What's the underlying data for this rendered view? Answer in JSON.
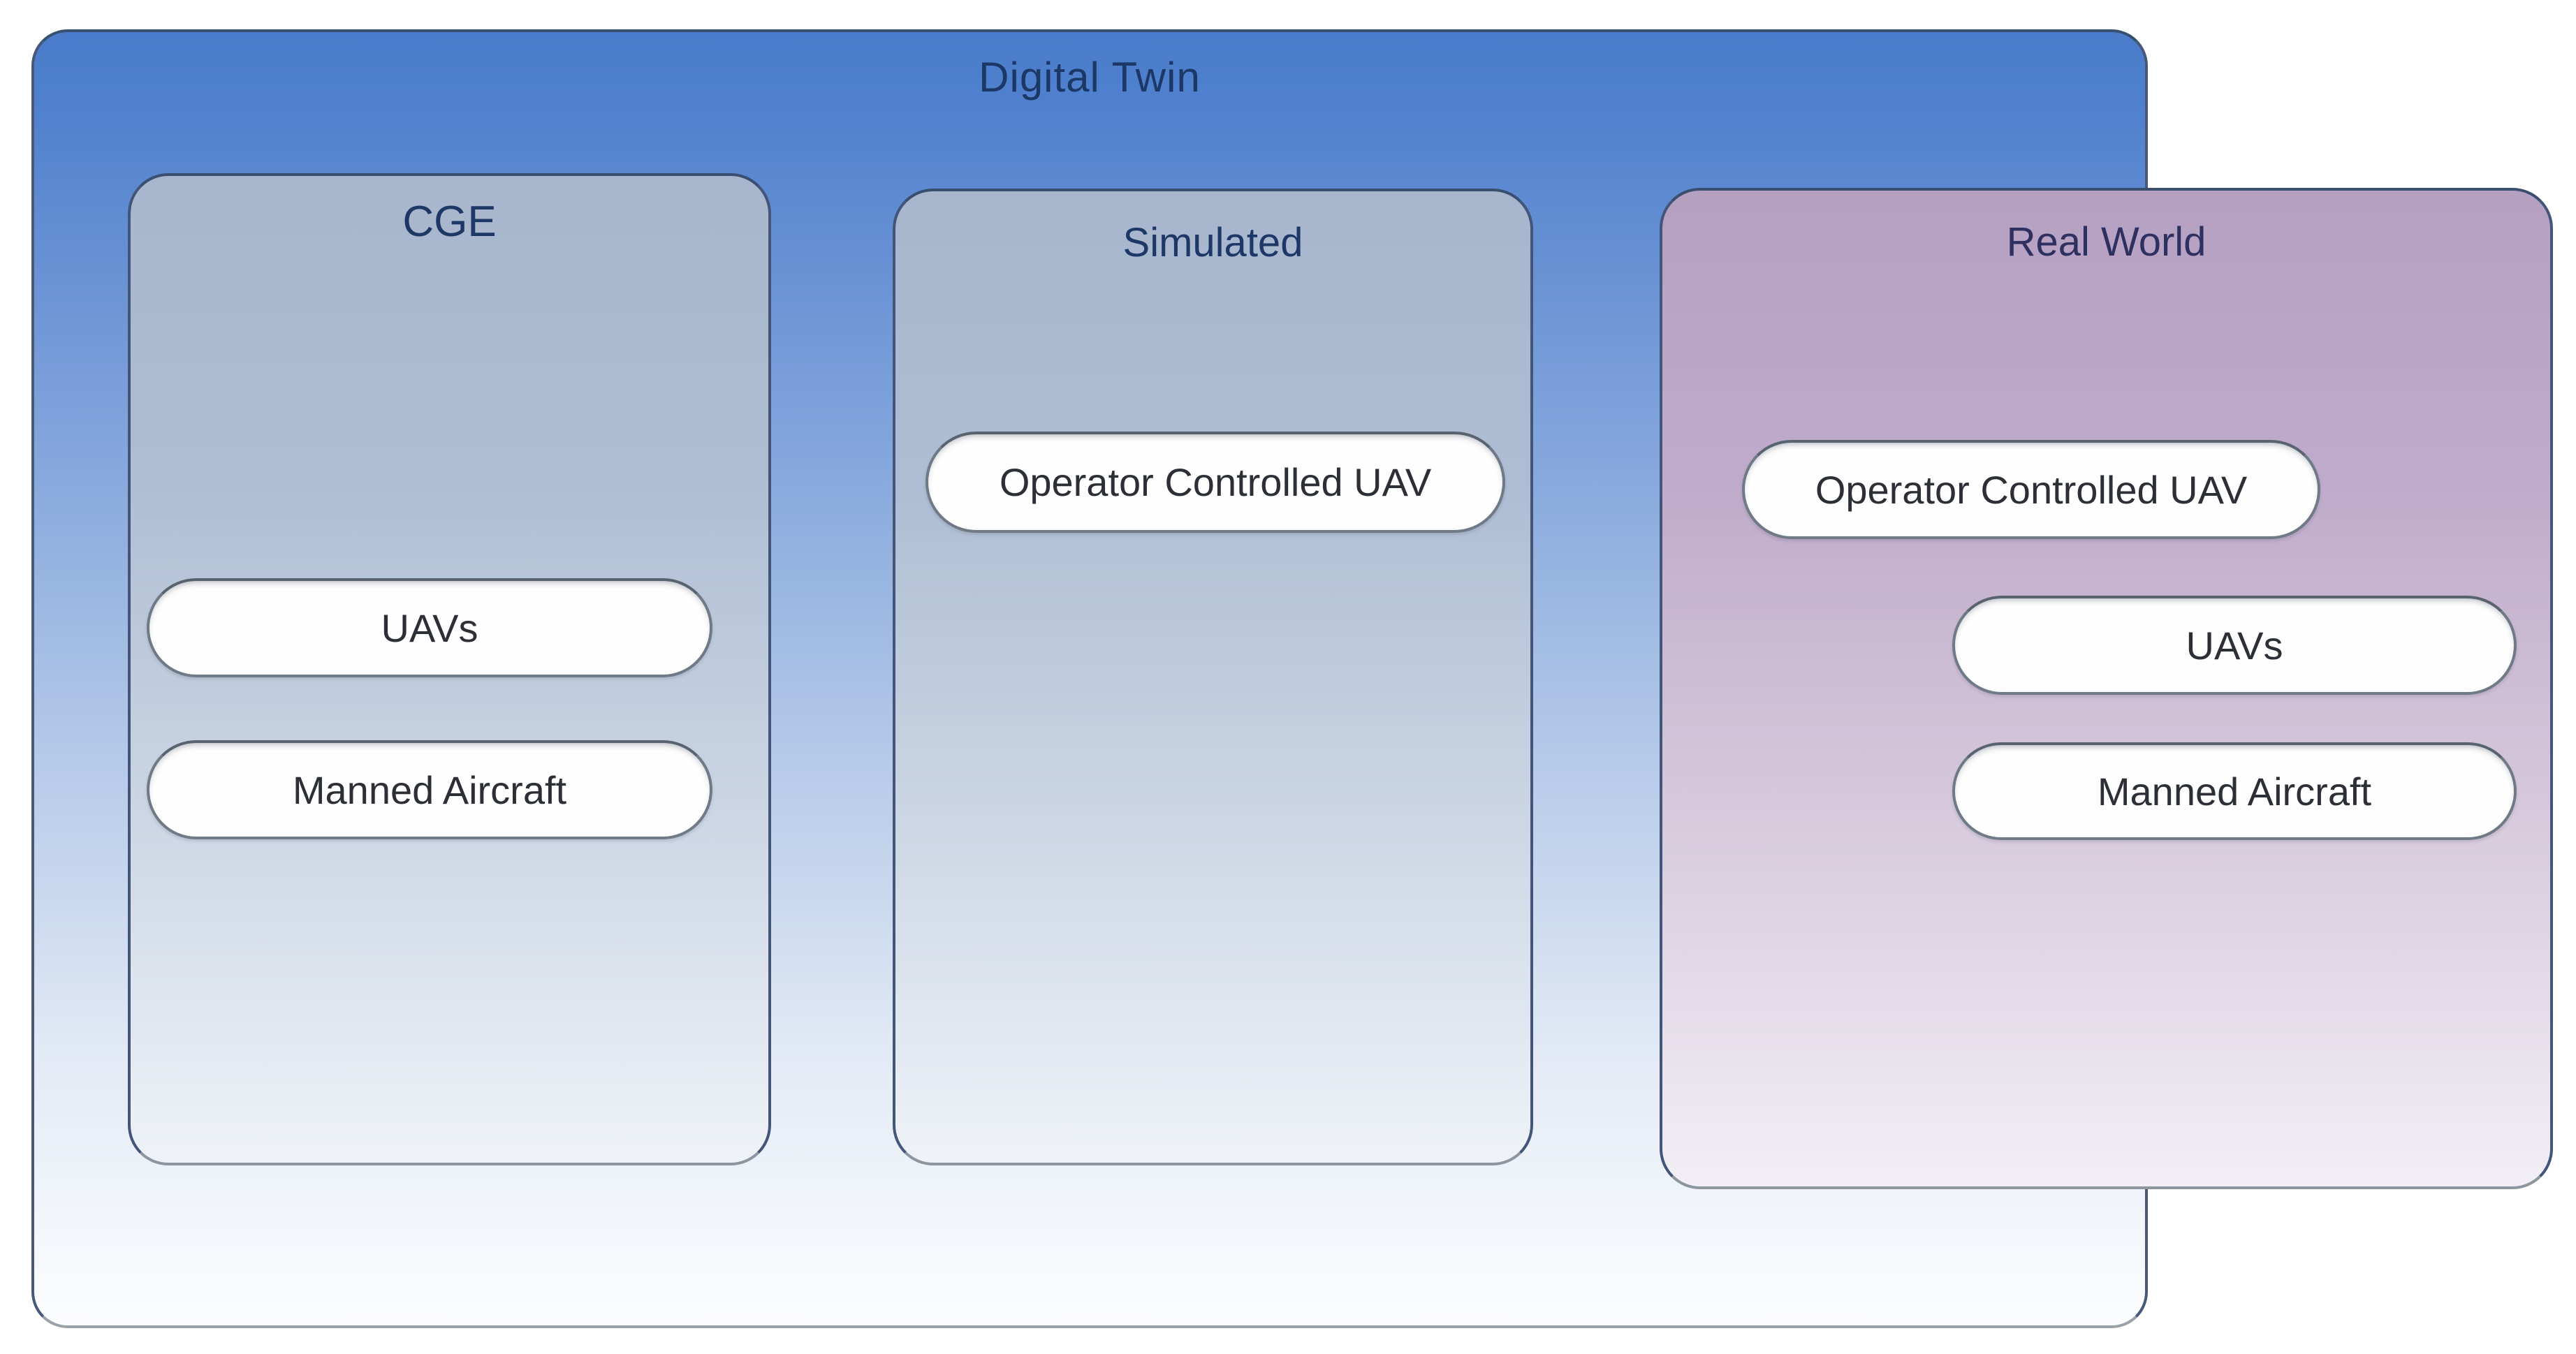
{
  "diagram": {
    "title": "Digital Twin",
    "panels": [
      {
        "title": "CGE",
        "nodes": [
          "UAVs",
          "Manned Aircraft"
        ]
      },
      {
        "title": "Simulated",
        "nodes": [
          "Operator Controlled UAV"
        ]
      },
      {
        "title": "Real World",
        "nodes": [
          "Operator Controlled UAV",
          "UAVs",
          "Manned Aircraft"
        ]
      }
    ],
    "colors": {
      "outer_gradient_top": "#4a7ccb",
      "outer_gradient_bottom": "#fcfdfe",
      "blue_panel_top": "#a7b6cd",
      "blue_panel_bottom": "#eff3f8",
      "purple_panel_top": "#b5a0c2",
      "purple_panel_bottom": "#f2eff6",
      "node_fill": "#ffffff",
      "node_border": "#6f7a86",
      "panel_border": "#43567a",
      "outer_border": "#46597a",
      "title_text": "#1d3767",
      "node_text": "#2c3036"
    }
  }
}
